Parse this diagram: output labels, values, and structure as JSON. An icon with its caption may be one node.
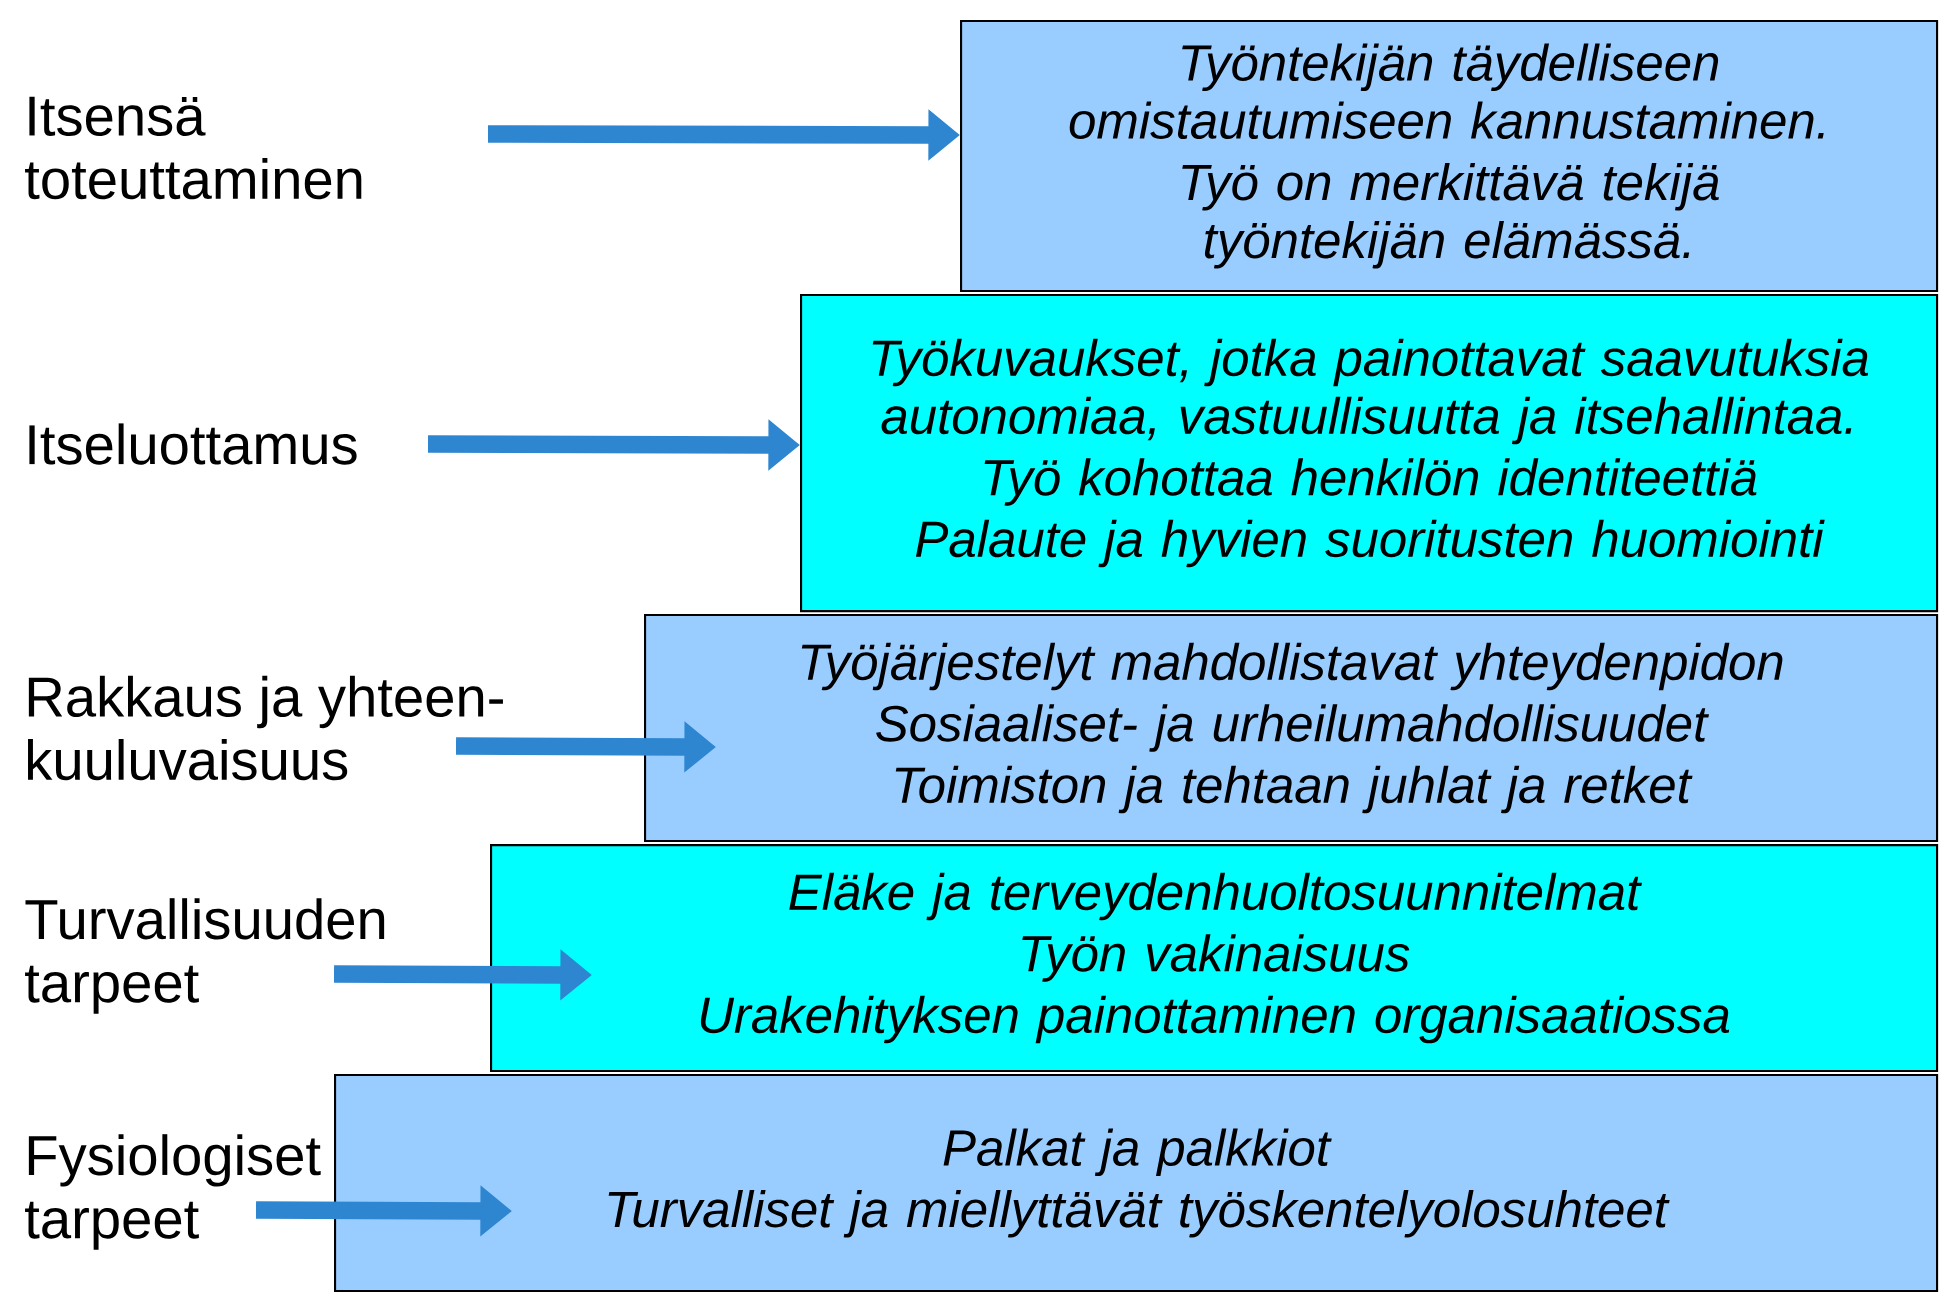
{
  "diagram": {
    "nodes": [
      {
        "text": [
          "Itsensä toteuttaminen"
        ]
      },
      {
        "text": [
          "Itseluottamus"
        ]
      },
      {
        "text": [
          "Rakkaus ja yhteen- kuuluvaisuus"
        ]
      },
      {
        "text": [
          "Turvallisuuden tarpeet"
        ]
      },
      {
        "text": [
          "Fysiologiset tarpeet"
        ]
      },
      {
        "text": [
          "Työntekijän täydelliseen omistautumiseen kannustaminen.",
          "Työ on merkittävä tekijä työntekijän elämässä."
        ]
      },
      {
        "text": [
          "Työkuvaukset, jotka painottavat saavutuksia autonomiaa, vastuullisuutta ja itsehallintaa.",
          "Työ kohottaa henkilön identiteettiä",
          "Palaute ja hyvien suoritusten huomiointi"
        ]
      },
      {
        "text": [
          "Työjärjestelyt mahdollistavat yhteydenpidon",
          "Sosiaaliset- ja urheilumahdollisuudet",
          "Toimiston ja tehtaan juhlat ja retket"
        ]
      },
      {
        "text": [
          "Eläke ja terveydenhuoltosuunnitelmat",
          "Työn vakinaisuus",
          "Urakehityksen painottaminen organisaatiossa"
        ]
      },
      {
        "text": [
          "Palkat ja palkkiot",
          "Turvalliset ja miellyttävät työskentelyolosuhteet"
        ]
      }
    ],
    "edges": [
      {
        "from": 0,
        "to": 5,
        "arrow": "to"
      },
      {
        "from": 1,
        "to": 6,
        "arrow": "to"
      },
      {
        "from": 2,
        "to": 7,
        "arrow": "to"
      },
      {
        "from": 3,
        "to": 8,
        "arrow": "to"
      },
      {
        "from": 4,
        "to": 9,
        "arrow": "to"
      }
    ]
  }
}
